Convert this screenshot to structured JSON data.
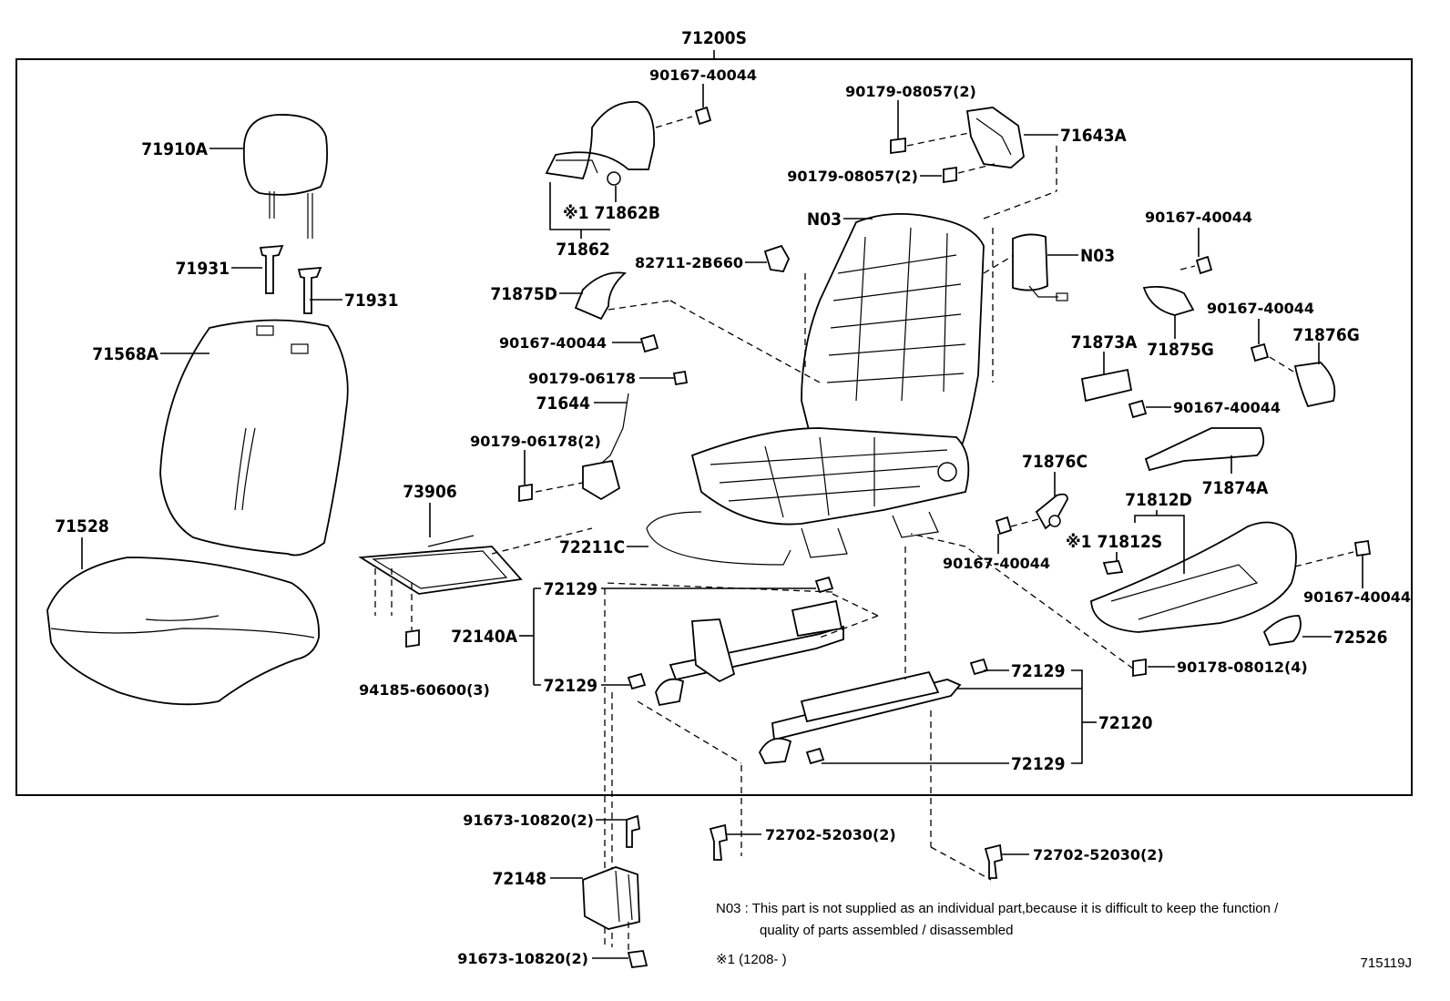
{
  "diagram": {
    "assembly_label": "71200S",
    "labels": {
      "l90167_top": "90167-40044",
      "l90179_a": "90179-08057(2)",
      "l71643A": "71643A",
      "l90179_b": "90179-08057(2)",
      "l71910A": "71910A",
      "l71862B": "※1 71862B",
      "l71862": "71862",
      "l71931_a": "71931",
      "l71931_b": "71931",
      "lN03_a": "N03",
      "l82711": "82711-2B660",
      "lN03_b": "N03",
      "l90167_r1": "90167-40044",
      "l71875D": "71875D",
      "l90167_l2": "90167-40044",
      "l71568A": "71568A",
      "l90167_r2": "90167-40044",
      "l71876G": "71876G",
      "l71873A": "71873A",
      "l71875G": "71875G",
      "l90179_06178": "90179-06178",
      "l71644": "71644",
      "l90167_r3": "90167-40044",
      "l90179_06178_2": "90179-06178(2)",
      "l71876C": "71876C",
      "l71874A": "71874A",
      "l71528": "71528",
      "l73906": "73906",
      "l71812D": "71812D",
      "l72211C": "72211C",
      "l71812S": "※1 71812S",
      "l90167_c": "90167-40044",
      "l90167_r4": "90167-40044",
      "l72129_a": "72129",
      "l72140A": "72140A",
      "l72526": "72526",
      "l90178": "90178-08012(4)",
      "l72129_b": "72129",
      "l94185": "94185-60600(3)",
      "l72129_c": "72129",
      "l72120": "72120",
      "l72129_d": "72129",
      "l91673_a": "91673-10820(2)",
      "l72702_a": "72702-52030(2)",
      "l72702_b": "72702-52030(2)",
      "l72148": "72148",
      "l91673_b": "91673-10820(2)"
    },
    "notes": {
      "n03_line1": "N03 : This part is not supplied as an individual part,because it is difficult to keep the function /",
      "n03_line2": "quality of parts assembled / disassembled",
      "footnote": "※1 (1208-        )",
      "figure_id": "715119J"
    }
  }
}
